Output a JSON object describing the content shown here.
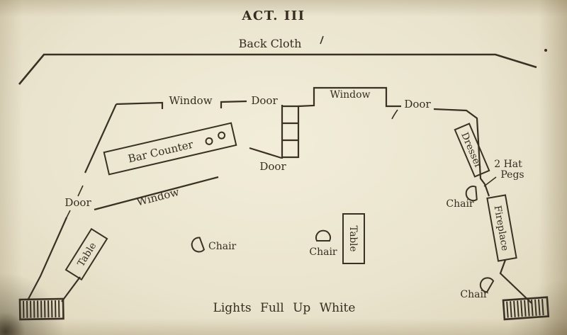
{
  "colors": {
    "paper": "#e9e3ce",
    "ink": "#3a3023"
  },
  "title": "ACT. III",
  "back_cloth": "Back Cloth",
  "lights": "Lights Full Up White",
  "labels": {
    "window_top_left": "Window",
    "door_top": "Door",
    "window_top_center": "Window",
    "door_top_right": "Door",
    "door_center": "Door",
    "door_left": "Door",
    "window_left": "Window",
    "bar_counter": "Bar Counter",
    "dresser": "Dresser",
    "fireplace": "Fireplace",
    "hat_pegs_1": "2 Hat",
    "hat_pegs_2": "Pegs",
    "table_left": "Table",
    "table_center": "Table",
    "chair_left": "Chair",
    "chair_center": "Chair",
    "chair_right": "Chair",
    "chair_bottom_right": "Chair"
  }
}
